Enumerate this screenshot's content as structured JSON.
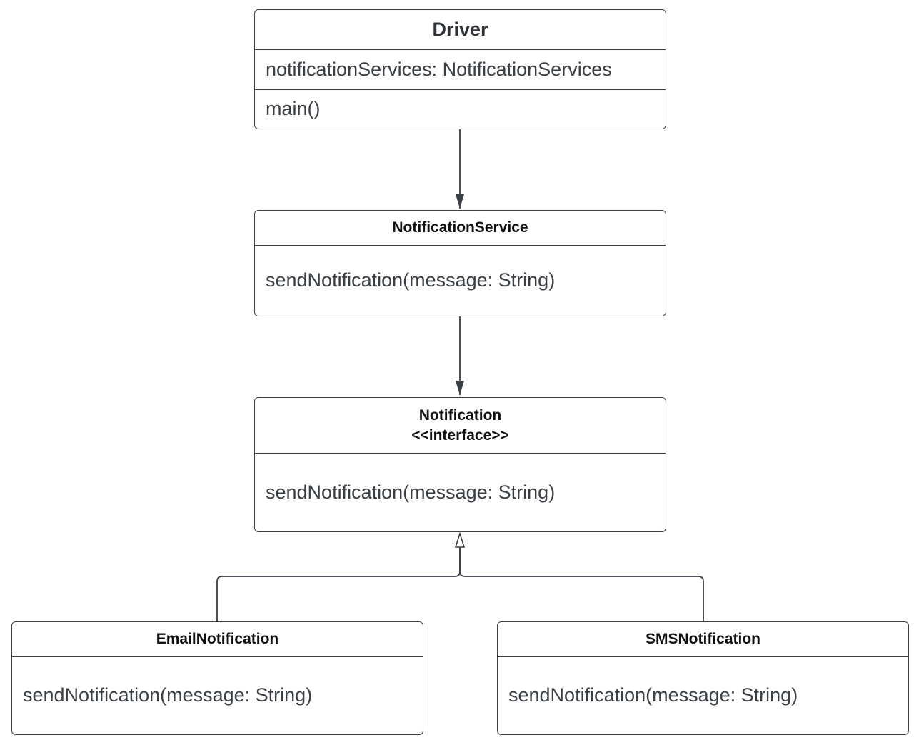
{
  "colors": {
    "line": "#3a3f45",
    "text": "#3a3f45",
    "background": "#ffffff"
  },
  "classes": {
    "driver": {
      "name": "Driver",
      "attributes": [
        "notificationServices: NotificationServices"
      ],
      "methods": [
        "main()"
      ]
    },
    "notification_service": {
      "name": "NotificationService",
      "methods": [
        "sendNotification(message: String)"
      ]
    },
    "notification": {
      "name": "Notification",
      "stereotype": "<<interface>>",
      "methods": [
        "sendNotification(message: String)"
      ]
    },
    "email_notification": {
      "name": "EmailNotification",
      "methods": [
        "sendNotification(message: String)"
      ]
    },
    "sms_notification": {
      "name": "SMSNotification",
      "methods": [
        "sendNotification(message: String)"
      ]
    }
  },
  "relations": [
    {
      "from": "Driver",
      "to": "NotificationService",
      "type": "association"
    },
    {
      "from": "NotificationService",
      "to": "Notification",
      "type": "association"
    },
    {
      "from": "EmailNotification",
      "to": "Notification",
      "type": "realization"
    },
    {
      "from": "SMSNotification",
      "to": "Notification",
      "type": "realization"
    }
  ]
}
